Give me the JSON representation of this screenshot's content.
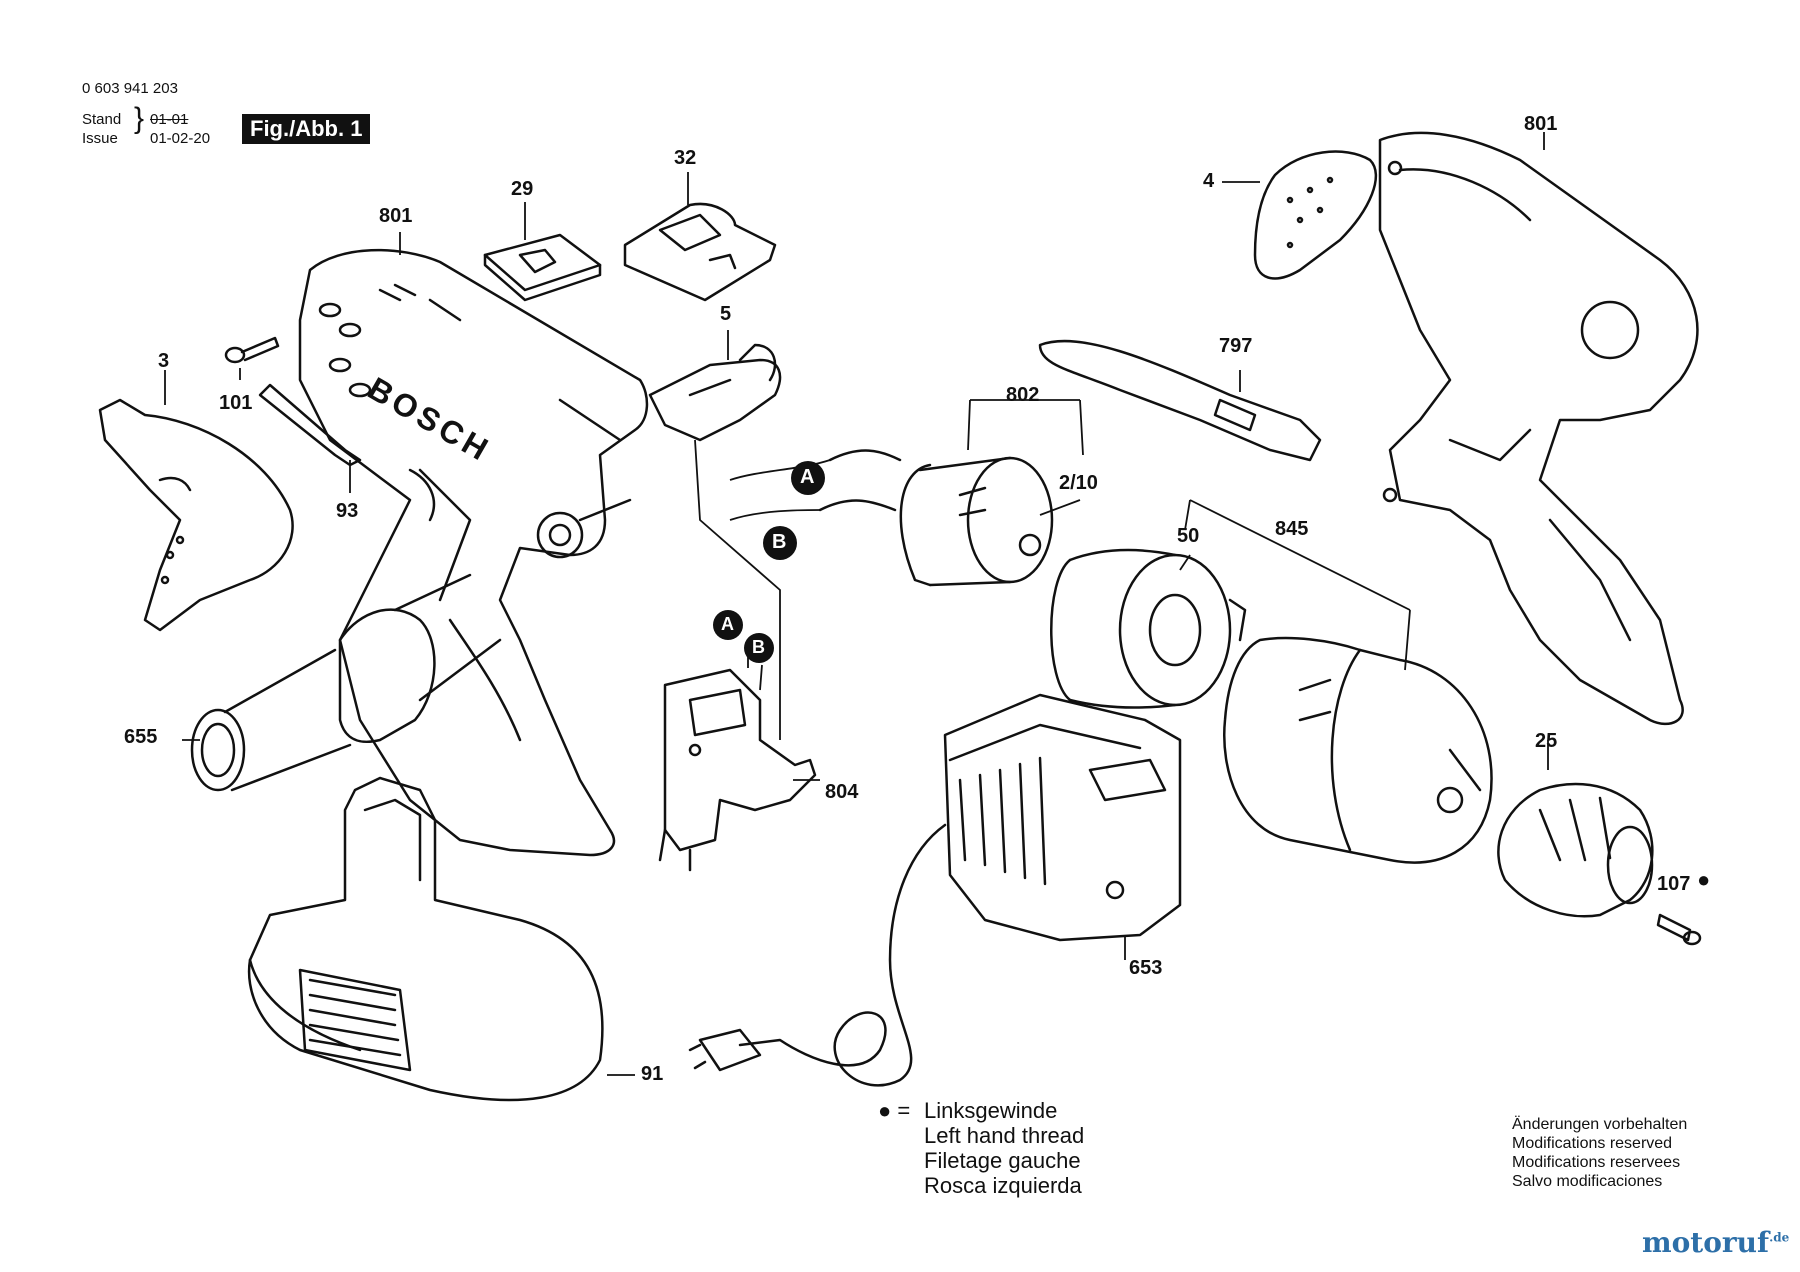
{
  "header": {
    "part_number": "0 603 941 203",
    "stand_label": "Stand",
    "stand_value": "01-01",
    "issue_label": "Issue",
    "issue_value": "01-02-20",
    "figure_label": "Fig./Abb. 1"
  },
  "callouts": {
    "c801_left": "801",
    "c29": "29",
    "c32": "32",
    "c5": "5",
    "c3": "3",
    "c101": "101",
    "c93": "93",
    "c655": "655",
    "c804": "804",
    "c91": "91",
    "c4": "4",
    "c801_right": "801",
    "c797": "797",
    "c802": "802",
    "c2_10": "2/10",
    "c50": "50",
    "c845": "845",
    "c25": "25",
    "c107": "107",
    "c653": "653"
  },
  "connectors": {
    "a_top": "A",
    "b_top": "B",
    "a_switch": "A",
    "b_switch": "B"
  },
  "brand_mark": "BOSCH",
  "legend": {
    "symbol": "● =",
    "line1": "Linksgewinde",
    "line2": "Left hand thread",
    "line3": "Filetage gauche",
    "line4": "Rosca izquierda"
  },
  "notes": {
    "line1": "Änderungen vorbehalten",
    "line2": "Modifications reserved",
    "line3": "Modifications reservees",
    "line4": "Salvo modificaciones"
  },
  "watermark": {
    "text": "motoruf",
    "suffix": ".de"
  },
  "colors": {
    "ink": "#111111",
    "watermark": "#2d6fa8"
  }
}
